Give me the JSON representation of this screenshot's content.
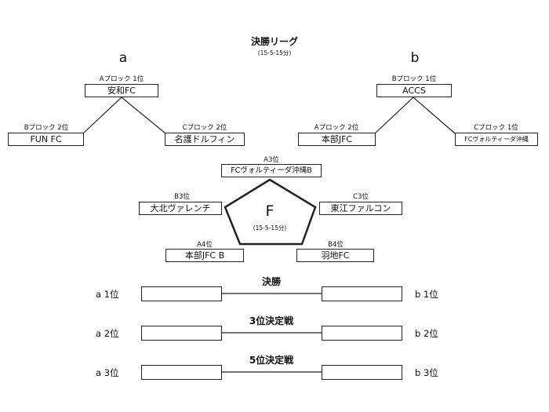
{
  "header": {
    "title": "決勝リーグ",
    "subtitle": "(15-5-15分)"
  },
  "group_a": {
    "label": "a",
    "top": {
      "caption": "Aブロック  1位",
      "team": "安和FC"
    },
    "left": {
      "caption": "Bブロック  2位",
      "team": "FUN FC"
    },
    "right": {
      "caption": "Cブロック  2位",
      "team": "名護ドルフィン"
    }
  },
  "group_b": {
    "label": "b",
    "top": {
      "caption": "Bブロック  1位",
      "team": "ACCS"
    },
    "left": {
      "caption": "Aブロック  2位",
      "team": "本部JFC"
    },
    "right": {
      "caption": "Cブロック  1位",
      "team": "FCヴォルティーダ沖縄"
    }
  },
  "group_f": {
    "label": "F",
    "subtitle": "(15-5-15分)",
    "top": {
      "caption": "A3位",
      "team": "FCヴォルティーダ沖縄B"
    },
    "left": {
      "caption": "B3位",
      "team": "大北ヴァレンチ"
    },
    "right": {
      "caption": "C3位",
      "team": "東江ファルコン"
    },
    "bottom_left": {
      "caption": "A4位",
      "team": "本部JFC  B"
    },
    "bottom_right": {
      "caption": "B4位",
      "team": "羽地FC"
    }
  },
  "finals": [
    {
      "title": "決勝",
      "left": "a  1位",
      "right": "b  1位"
    },
    {
      "title": "3位決定戦",
      "left": "a  2位",
      "right": "b  2位"
    },
    {
      "title": "5位決定戦",
      "left": "a  3位",
      "right": "b  3位"
    }
  ]
}
